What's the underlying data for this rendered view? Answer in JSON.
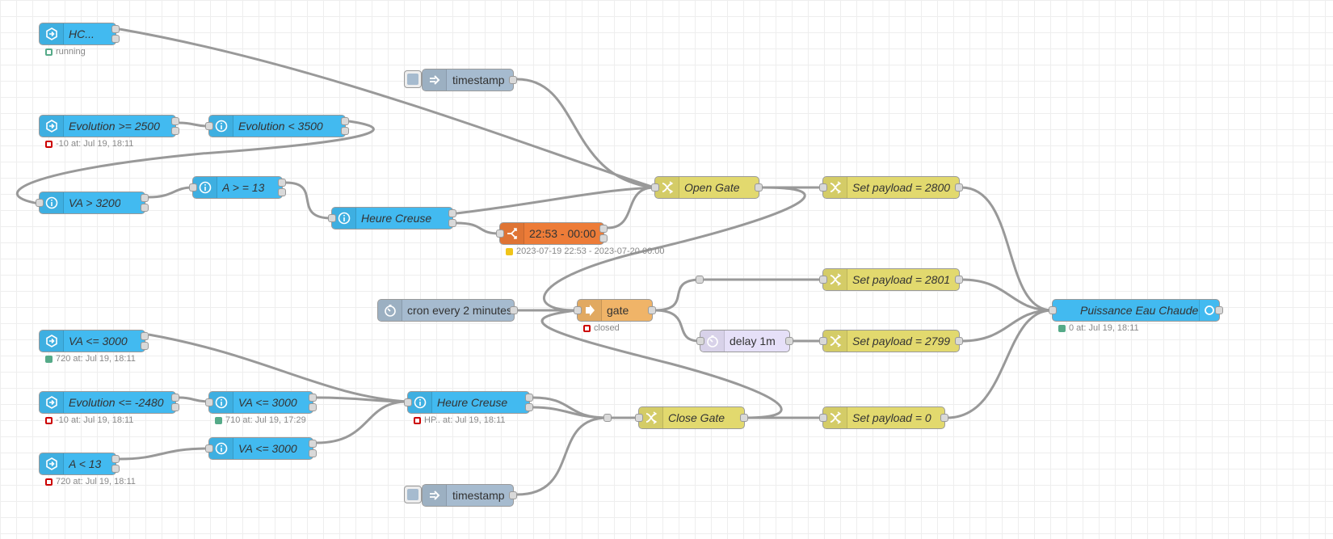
{
  "colors": {
    "mqtt_blue": "#42baf0",
    "change_yellow": "#e2d96e",
    "inject_grey": "#a6bbcf",
    "time_range_orange": "#ed7c38",
    "gate_orange": "#f0b468",
    "delay_lavender": "#e6e0f8",
    "wire": "#999999"
  },
  "nodes": {
    "hc": {
      "label": "HC...",
      "status": "running"
    },
    "evo_2500": {
      "label": "Evolution >= 2500",
      "status": "-10 at: Jul 19, 18:11"
    },
    "evo_3500": {
      "label": "Evolution < 3500"
    },
    "va_3200": {
      "label": "VA > 3200"
    },
    "a_13": {
      "label": "A > = 13"
    },
    "heure_creuse_top": {
      "label": "Heure Creuse"
    },
    "time_range": {
      "label": "22:53 - 00:00",
      "status": "2023-07-19 22:53 - 2023-07-20 00:00"
    },
    "timestamp_top": {
      "label": "timestamp"
    },
    "open_gate": {
      "label": "Open Gate"
    },
    "set_2800": {
      "label": "Set payload = 2800"
    },
    "set_2801": {
      "label": "Set payload = 2801"
    },
    "set_2799": {
      "label": "Set payload = 2799"
    },
    "set_0": {
      "label": "Set payload = 0"
    },
    "cron": {
      "label": "cron every 2 minutes"
    },
    "gate": {
      "label": "gate",
      "status": "closed"
    },
    "delay": {
      "label": "delay 1m"
    },
    "puissance": {
      "label": "Puissance Eau Chaude",
      "status": "0 at: Jul 19, 18:11"
    },
    "va_3000_a": {
      "label": "VA <= 3000",
      "status": "720 at: Jul 19, 18:11"
    },
    "evo_2480": {
      "label": "Evolution <= -2480",
      "status": "-10 at: Jul 19, 18:11"
    },
    "va_3000_b": {
      "label": "VA <= 3000",
      "status": "710 at: Jul 19, 17:29"
    },
    "heure_creuse_bottom": {
      "label": "Heure Creuse",
      "status": "HP.. at: Jul 19, 18:11"
    },
    "va_3000_c": {
      "label": "VA <= 3000"
    },
    "a_lt_13": {
      "label": "A < 13",
      "status": "720 at: Jul 19, 18:11"
    },
    "close_gate": {
      "label": "Close Gate"
    },
    "timestamp_bottom": {
      "label": "timestamp"
    }
  }
}
